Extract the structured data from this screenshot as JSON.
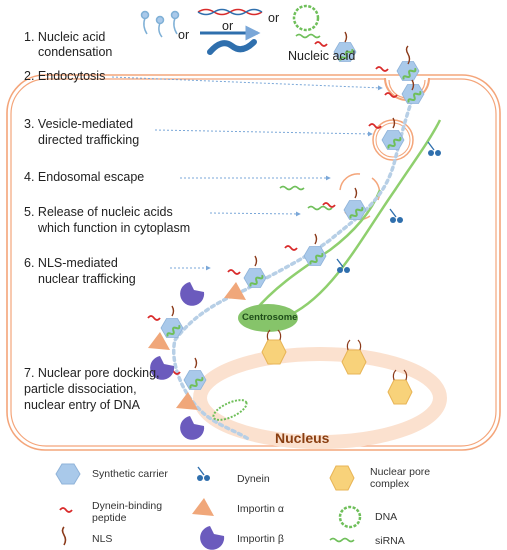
{
  "steps": [
    {
      "number": "1.",
      "line1": "Nucleic acid",
      "line2": "condensation"
    },
    {
      "number": "2.",
      "line1": "Endocytosis",
      "line2": ""
    },
    {
      "number": "3.",
      "line1": "Vesicle-mediated",
      "line2": "directed trafficking"
    },
    {
      "number": "4.",
      "line1": "Endosomal escape",
      "line2": ""
    },
    {
      "number": "5.",
      "line1": "Release of nucleic acids",
      "line2": "which function in cytoplasm"
    },
    {
      "number": "6.",
      "line1": "NLS-mediated",
      "line2": "nuclear trafficking"
    },
    {
      "number": "7.",
      "line1": "Nuclear pore docking,",
      "line2": "particle dissociation,",
      "line3": "nuclear entry of DNA"
    }
  ],
  "top_row": {
    "or_1": "or",
    "or_2": "or",
    "or_3": "or",
    "nucleic_acid": "Nucleic acid"
  },
  "cell": {
    "centrosome": "Centrosome",
    "nucleus": "Nucleus"
  },
  "legend": [
    {
      "label": "Synthetic carrier"
    },
    {
      "label": "Dynein-binding",
      "label2": "peptide"
    },
    {
      "label": "NLS"
    },
    {
      "label": "Dynein"
    },
    {
      "label": "Importin α"
    },
    {
      "label": "Importin β"
    },
    {
      "label": "Nuclear pore",
      "label2": "complex"
    },
    {
      "label": "DNA"
    },
    {
      "label": "siRNA"
    }
  ],
  "colors": {
    "membrane": "#f4a57a",
    "nucleus_ring": "#fbe1cf",
    "microtubule": "#8fcf6e",
    "carrier": "#a9c9ea",
    "path_dots": "#b7cfe6",
    "arrow": "#7aa7d8",
    "importin_alpha": "#f0a77a",
    "importin_beta": "#6b5bbd",
    "dynein": "#2f6fad",
    "peptide": "#d92b2b",
    "nls": "#8b3a1a",
    "dna": "#6fbf5a",
    "centrosome_fill": "#86c46a"
  }
}
